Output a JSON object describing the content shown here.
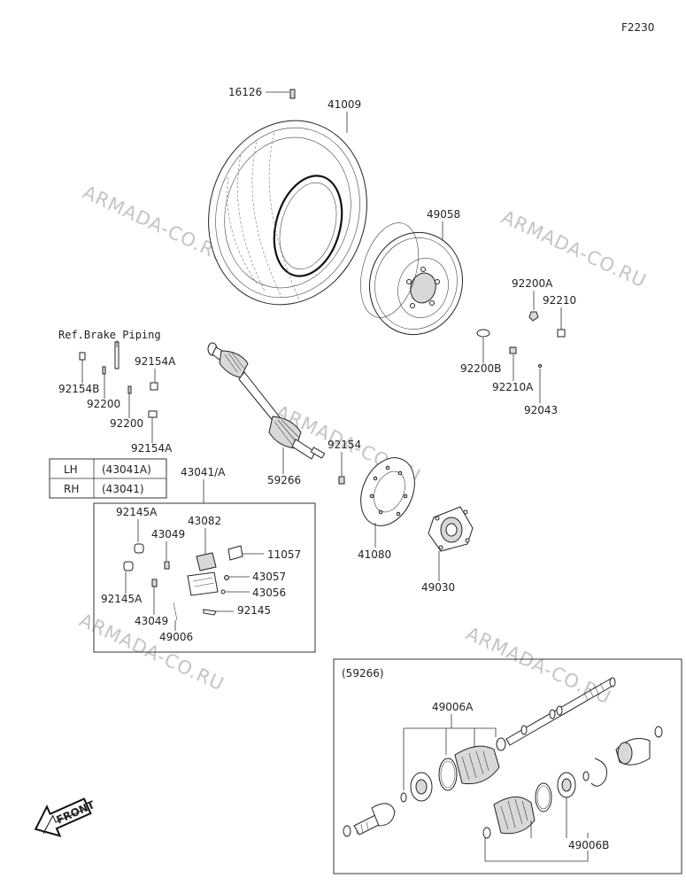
{
  "diagram_code": "F2230",
  "watermark": "ARMADA-CO.RU",
  "ref_note": "Ref.Brake Piping",
  "front_label": "FRONT",
  "side_table": [
    {
      "side": "LH",
      "part": "(43041A)"
    },
    {
      "side": "RH",
      "part": "(43041)"
    }
  ],
  "caliper_group_title": "43041/A",
  "driveshaft_group_title": "(59266)",
  "part_labels": {
    "p16126": "16126",
    "p41009": "41009",
    "p49058": "49058",
    "p92200A": "92200A",
    "p92210": "92210",
    "p92200B": "92200B",
    "p92210A": "92210A",
    "p92043": "92043",
    "p92154A_top": "92154A",
    "p92154B": "92154B",
    "p92200_a": "92200",
    "p92200_b": "92200",
    "p92154A_bottom": "92154A",
    "p92154": "92154",
    "p59266": "59266",
    "p41080": "41080",
    "p49030": "49030",
    "p92145A_top": "92145A",
    "p43049_top": "43049",
    "p43082": "43082",
    "p11057": "11057",
    "p43057": "43057",
    "p43056": "43056",
    "p92145A_bottom": "92145A",
    "p43049_bottom": "43049",
    "p49006": "49006",
    "p92145": "92145",
    "p49006A": "49006A",
    "p49006B": "49006B"
  }
}
